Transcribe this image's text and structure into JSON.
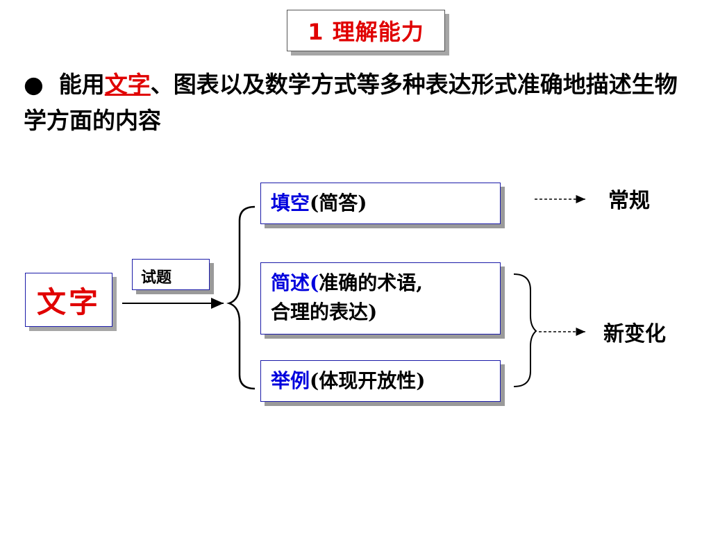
{
  "header": {
    "title": "1  理解能力"
  },
  "bullet": {
    "symbol": "●",
    "prefix": "能用",
    "highlight": "文字",
    "suffix": "、图表以及数学方式等多种表达形式准确地描述生物学方面的内容"
  },
  "diagram": {
    "source_label": "文字",
    "tag_label": "试题",
    "branches": {
      "tiankong": {
        "title": "填空",
        "detail": "(简答)"
      },
      "jianshu": {
        "title": "简述(",
        "detail": "准确的术语,",
        "line2": "合理的表达)"
      },
      "juli": {
        "title": "举例",
        "detail": "(体现开放性)"
      }
    },
    "outcomes": {
      "top": "常规",
      "bottom": "新变化"
    }
  },
  "colors": {
    "accent_red": "#e00000",
    "accent_blue": "#0000dd",
    "border_blue": "#1a1aa8"
  }
}
